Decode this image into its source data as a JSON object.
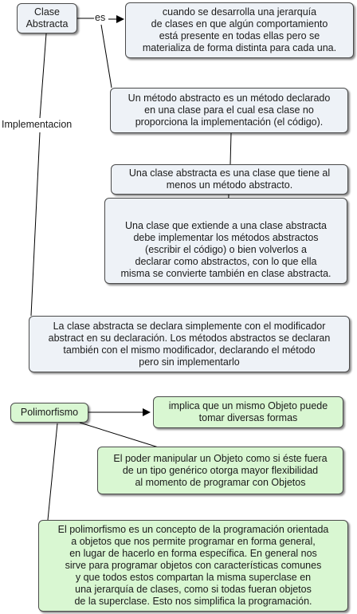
{
  "concept_map": {
    "clase_abstracta": {
      "title": "Clase\nAbstracta",
      "link_es": "es",
      "link_implementacion": "Implementacion",
      "definicion": "cuando se desarrolla una jerarquía\nde clases en que algún comportamiento\nestá presente en todas ellas pero se\nmaterializa de forma distinta para cada una.",
      "metodo_abstracto": "Un método abstracto es un método declarado\nen una clase para el cual esa clase no\nproporciona la implementación (el código).",
      "clase_abstracta_def": "Una clase abstracta es una clase que tiene al\nmenos un método abstracto.",
      "clase_extiende": "Una clase que extiende a una clase abstracta\ndebe implementar los métodos abstractos\n(escribir el código) o bien volverlos a\ndeclarar como abstractos, con lo que ella\nmisma se convierte también en clase abstracta.",
      "declaracion": "La clase abstracta se declara simplemente con el modificador\nabstract en su declaración. Los métodos abstractos se declaran\ntambién con el mismo modificador, declarando el método\npero sin implementarlo"
    },
    "polimorfismo": {
      "title": "Polimorfismo",
      "implica": "implica que un mismo Objeto puede\ntomar diversas formas",
      "poder": "El poder manipular un Objeto como si éste fuera\nde un tipo genérico otorga mayor flexibilidad\nal momento de programar con Objetos",
      "concepto": "El polimorfismo es un concepto de la programación orientada\na objetos que nos permite programar en forma general,\nen lugar de hacerlo en forma específica. En general nos\nsirve para programar objetos con características comunes\ny que todos estos compartan la misma superclase en\nuna jerarquía de clases, como si todas fueran objetos\nde la superclase. Esto nos simplifica la programación."
    }
  },
  "colors": {
    "blue_node": "#eef2f7",
    "green_node": "#d9f7d2",
    "line": "#000000"
  }
}
